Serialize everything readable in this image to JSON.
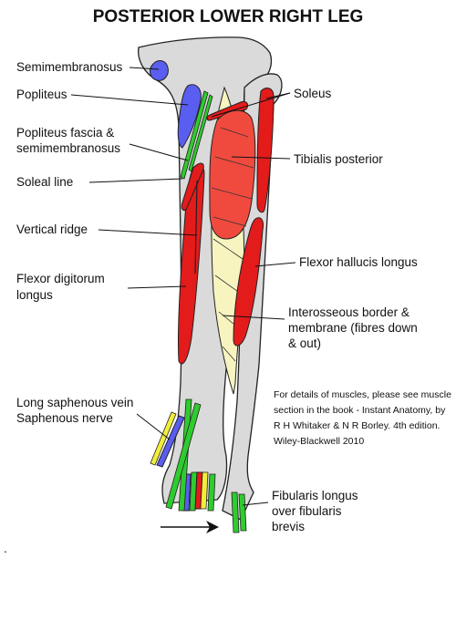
{
  "title": "POSTERIOR LOWER RIGHT LEG",
  "labels": {
    "semimembranosus": "Semimembranosus",
    "popliteus": "Popliteus",
    "popliteus_fascia_1": "Popliteus fascia &",
    "popliteus_fascia_2": "semimembranosus",
    "soleal_line": "Soleal line",
    "vertical_ridge": "Vertical ridge",
    "fdl_1": "Flexor digitorum",
    "fdl_2": "longus",
    "soleus": "Soleus",
    "tibialis_posterior": "Tibialis posterior",
    "fhl": "Flexor hallucis longus",
    "interosseous_1": "Interosseous border &",
    "interosseous_2": "membrane (fibres down",
    "interosseous_3": "& out)",
    "saphenous_vein": "Long saphenous vein",
    "saphenous_nerve": "Saphenous nerve",
    "fibularis_1": "Fibularis longus",
    "fibularis_2": "over fibularis",
    "fibularis_3": "brevis"
  },
  "note": [
    "For details of muscles, please see muscle",
    "section in the book - Instant Anatomy, by",
    "R H Whitaker & N R Borley. 4th edition.",
    "Wiley-Blackwell 2010"
  ],
  "stray_mark": ".",
  "colors": {
    "bone": "#dadada",
    "muscle": "#e41b1b",
    "tibialis_posterior": "#f04a3e",
    "interosseous": "#f7f4c0",
    "vessel": "#5a5ef0",
    "tendon": "#2fcc2f",
    "nerve": "#f2ee3a"
  }
}
